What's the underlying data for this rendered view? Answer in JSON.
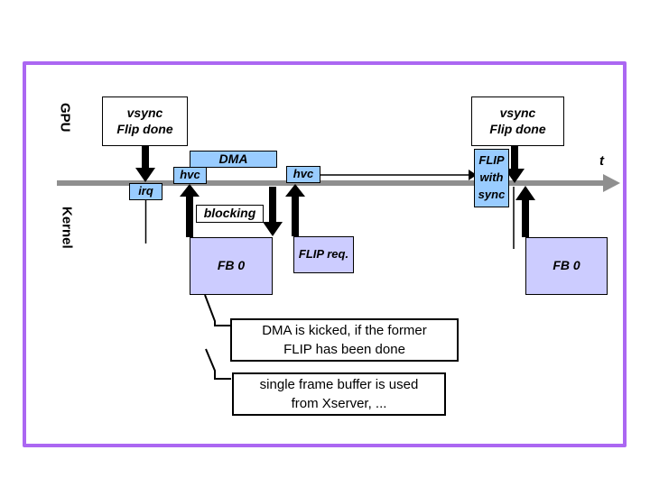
{
  "colors": {
    "border_purple": "#ab67f2",
    "event_blue": "#99ccff",
    "buffer_lavender": "#ccccff",
    "timeline_gray": "#8f8f8f",
    "line_black": "#000000"
  },
  "lanes": {
    "gpu": "GPU",
    "kernel": "Kernel"
  },
  "timeline": {
    "axis_label": "t"
  },
  "events": {
    "vsync_left": {
      "line1": "vsync",
      "line2": "Flip done"
    },
    "vsync_right": {
      "line1": "vsync",
      "line2": "Flip done"
    },
    "irq": "irq",
    "dma": "DMA",
    "hvc_first": "hvc",
    "hvc_second": "hvc",
    "blocking": "blocking",
    "flip_with_sync": {
      "line1": "FLIP",
      "line2": "with",
      "line3": "sync"
    },
    "fb0_left": "FB 0",
    "fb0_right": "FB 0",
    "flip_req": "FLIP req."
  },
  "callouts": [
    {
      "line1": "DMA is kicked, if the former",
      "line2": "FLIP has been done"
    },
    {
      "line1": "single frame buffer is used",
      "line2": "from Xserver, ..."
    }
  ]
}
